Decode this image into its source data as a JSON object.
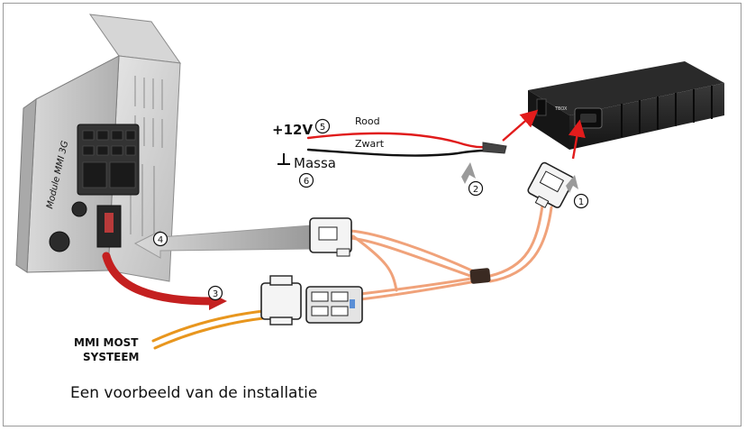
{
  "labels": {
    "module": "Module MMI 3G",
    "plus12v": "+12V",
    "rood": "Rood",
    "zwart": "Zwart",
    "massa": "Massa",
    "most_line1": "MMI MOST",
    "most_line2": "SYSTEEM",
    "caption": "Een voorbeeld van de installatie",
    "device_logo": "TBOX"
  },
  "steps": [
    "1",
    "2",
    "3",
    "4",
    "5",
    "6"
  ],
  "colors": {
    "fiber": "#f0a27a",
    "fiber_dark": "#e07040",
    "most_cable": "#e8961e",
    "red_arrow": "#e21c1c",
    "wire_red": "#e01b1b",
    "wire_black": "#111111",
    "device": "#1c1c1c",
    "module": "#c8c8c8"
  }
}
